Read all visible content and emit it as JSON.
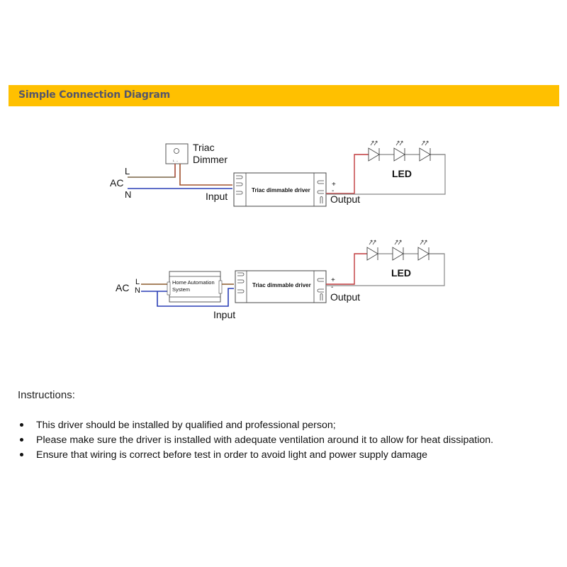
{
  "header": {
    "title": "Simple Connection Diagram",
    "bar_color": "#ffc000"
  },
  "diagram1": {
    "dimmer_label_line1": "Triac",
    "dimmer_label_line2": "Dimmer",
    "dimmer_terminals": "L  →",
    "ac_label": "AC",
    "l_label": "L",
    "n_label": "N",
    "input_label": "Input",
    "driver_label": "Triac dimmable driver",
    "plus_label": "+",
    "minus_label": "-",
    "output_label": "Output",
    "led_label": "LED",
    "led_count": 3
  },
  "diagram2": {
    "ac_label": "AC",
    "l_label": "L",
    "n_label": "N",
    "automation_line1": "Home Automation",
    "automation_line2": "System",
    "input_label": "Input",
    "driver_label": "Triac dimmable driver",
    "plus_label": "+",
    "minus_label": "-",
    "output_label": "Output",
    "led_label": "LED",
    "led_count": 3
  },
  "wire_colors": {
    "live": "#8b5a2b",
    "neutral": "#2a3fb5",
    "positive": "#c0393b",
    "negative": "#777777"
  },
  "instructions": {
    "title": "Instructions:",
    "items": [
      "This driver should be installed by qualified and professional person;",
      "Please make sure the driver is installed with adequate ventilation around it to allow for heat dissipation.",
      "Ensure that wiring is correct before test in order to avoid light and power supply damage"
    ]
  }
}
